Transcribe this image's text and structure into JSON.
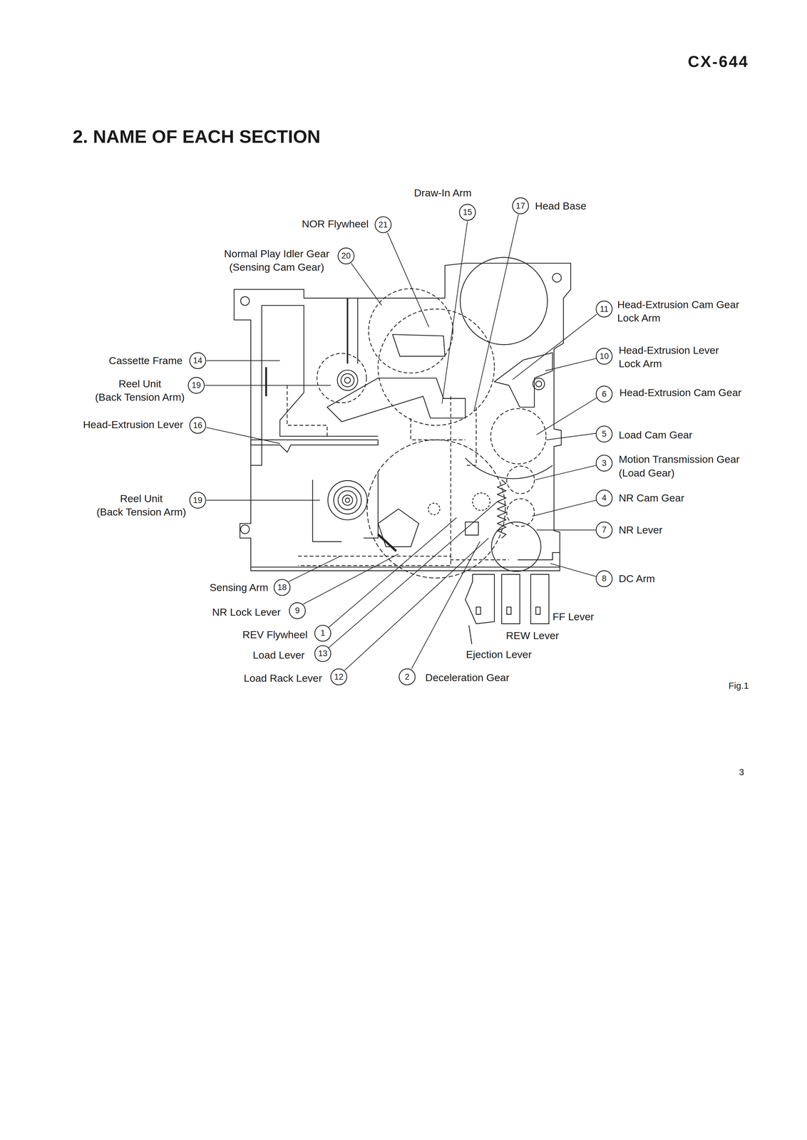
{
  "diagram": {
    "title": "2. NAME OF EACH SECTION",
    "caption": "Fig.1",
    "labels": [
      "CX-644",
      "Draw-In Arm",
      "15",
      "17",
      "Head Base",
      "NOR Flywheel",
      "21",
      "Normal Play Idler Gear (Sensing Cam Gear)",
      "20",
      "Cassette Frame",
      "14",
      "Reel Unit (Back Tension Arm)",
      "19",
      "Head-Extrusion Lever",
      "16",
      "Reel Unit (Back Tension Arm)",
      "19",
      "Sensing Arm",
      "18",
      "NR Lock Lever",
      "9",
      "REV Flywheel",
      "1",
      "Load Lever",
      "13",
      "Load Rack Lever",
      "12",
      "2",
      "Deceleration Gear",
      "Ejection Lever",
      "REW Lever",
      "FF Lever",
      "8",
      "DC Arm",
      "7",
      "NR Lever",
      "4",
      "NR Cam Gear",
      "3",
      "Motion Transmission Gear (Load Gear)",
      "5",
      "Load Cam Gear",
      "6",
      "Head-Extrusion Cam Gear",
      "10",
      "Head-Extrusion Lever Lock Arm",
      "11",
      "Head-Extrusion Cam Gear Lock Arm",
      "3"
    ]
  }
}
